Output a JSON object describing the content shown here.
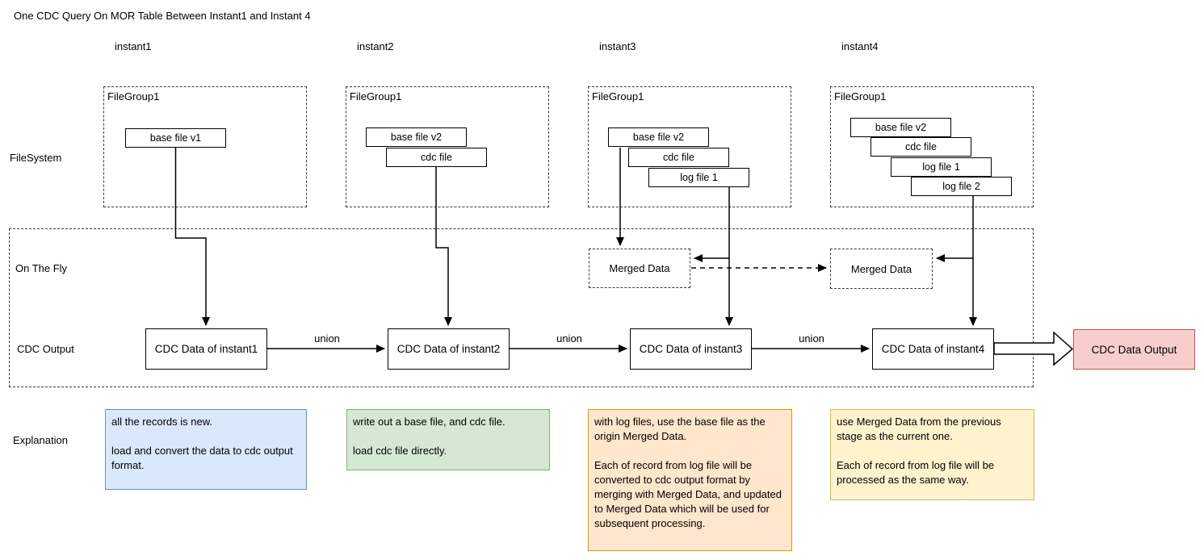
{
  "title": "One CDC Query On MOR Table Between Instant1 and Instant 4",
  "columns": [
    {
      "label": "instant1"
    },
    {
      "label": "instant2"
    },
    {
      "label": "instant3"
    },
    {
      "label": "instant4"
    }
  ],
  "rows": {
    "filesystem": "FileSystem",
    "on_the_fly": "On The Fly",
    "cdc_output": "CDC Output",
    "explanation": "Explanation"
  },
  "filegroups": [
    {
      "label": "FileGroup1",
      "files": [
        "base file v1"
      ]
    },
    {
      "label": "FileGroup1",
      "files": [
        "base file v2",
        "cdc file"
      ]
    },
    {
      "label": "FileGroup1",
      "files": [
        "base file v2",
        "cdc file",
        "log file 1"
      ]
    },
    {
      "label": "FileGroup1",
      "files": [
        "base file v2",
        "cdc file",
        "log file 1",
        "log file 2"
      ]
    }
  ],
  "on_the_fly": {
    "merged_data": [
      {
        "label": "Merged Data"
      },
      {
        "label": "Merged Data"
      }
    ]
  },
  "cdc_output": {
    "boxes": [
      "CDC Data of instant1",
      "CDC Data of instant2",
      "CDC Data of instant3",
      "CDC Data of instant4"
    ],
    "union_labels": [
      "union",
      "union",
      "union"
    ],
    "output_label": "CDC Data Output",
    "output_colors": {
      "fill": "#f8cecc",
      "border": "#b85450"
    }
  },
  "explanations": [
    {
      "text": "all the records is new.\n\nload and convert the data to cdc output format.",
      "fill": "#dae8fc",
      "border": "#6c8ebf"
    },
    {
      "text": "write out a base file, and cdc file.\n\nload cdc file directly.",
      "fill": "#d5e8d4",
      "border": "#82b366"
    },
    {
      "text": "with log files, use the base file as the origin Merged Data.\n\nEach of record from log file will be converted to cdc output format by merging with Merged Data, and updated to Merged Data which will be used for subsequent processing.",
      "fill": "#ffe6cc",
      "border": "#d79b00"
    },
    {
      "text": "use Merged Data from the previous stage as the current one.\n\nEach of record from log file will be processed as the same way.",
      "fill": "#fff2cc",
      "border": "#d6b656"
    }
  ]
}
